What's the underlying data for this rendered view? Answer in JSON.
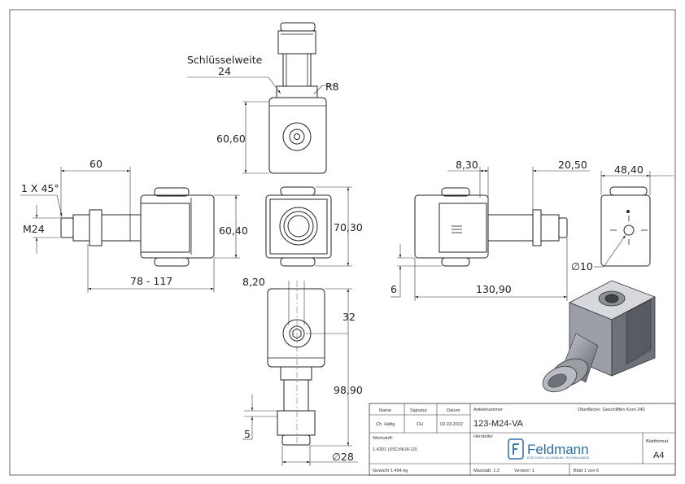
{
  "drawing": {
    "callouts": {
      "wrench_label": "Schlüsselweite",
      "wrench_value": "24",
      "radius": "R8",
      "chamfer": "1 X 45°",
      "thread": "M24",
      "hole": "∅10",
      "diameter": "∅28"
    },
    "dimensions": {
      "top_height": "60,60",
      "left_length": "60",
      "left_height": "60,40",
      "left_total": "78 - 117",
      "center_height": "70,30",
      "bottom_offset": "8,20",
      "bottom_32": "32",
      "bottom_9890": "98,90",
      "bottom_5": "5",
      "right_830": "8,30",
      "right_2050": "20,50",
      "right_4840": "48,40",
      "right_6": "6",
      "right_13090": "130,90"
    }
  },
  "title_block": {
    "col_name": "Name",
    "col_signature": "Signatur",
    "col_date": "Datum",
    "name": "Ch. Häfig",
    "signature": "CH",
    "date": "02.03.2022",
    "article_label": "Artikelnummer",
    "surface": "Oberfläche:  Geschliffen Korn 240",
    "article_number": "123-M24-VA",
    "material_label": "Werkstoff:",
    "material": "1.4301 (X5CrNi18-10)",
    "maker_label": "Hersteller",
    "brand": "Feldmann",
    "brand_sub": "EDELSTAHL • ALUMINIUM • TECHNIKHANDEL",
    "format_label": "Blattformat",
    "format": "A4",
    "weight": "Gewicht 1.494 kg",
    "scale": "Masstab: 1:2",
    "version": "Version: 1",
    "sheet": "Blatt 1 von 6"
  }
}
